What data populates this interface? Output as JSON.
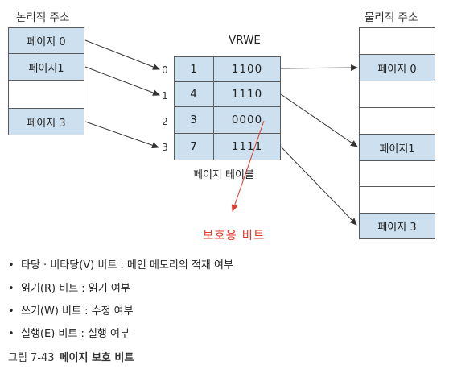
{
  "logical": {
    "title": "논리적 주소",
    "pages": [
      "페이지 0",
      "페이지1",
      "",
      "페이지 3"
    ]
  },
  "physical": {
    "title": "물리적 주소",
    "frames": [
      "",
      "페이지 0",
      "",
      "",
      "페이지1",
      "",
      "",
      "페이지 3"
    ]
  },
  "page_table": {
    "header": "VRWE",
    "caption": "페이지 테이블",
    "indices": [
      "0",
      "1",
      "2",
      "3"
    ],
    "frames": [
      "1",
      "4",
      "3",
      "7"
    ],
    "bits": [
      "1100",
      "1110",
      "0000",
      "1111"
    ]
  },
  "annotation": "보호용 비트",
  "bullets": [
    "타당 · 비타당(V) 비트 : 메인 메모리의 적재 여부",
    "읽기(R) 비트 : 읽기 여부",
    "쓰기(W) 비트 : 수정 여부",
    "실행(E) 비트 : 실행 여부"
  ],
  "bullet_symbol": "•",
  "figure_caption": {
    "number": "그림 7-43",
    "title": "페이지 보호 비트"
  },
  "colors": {
    "fill": "#cde0ef",
    "annotation": "#e0392b",
    "arrow": "#333333"
  }
}
